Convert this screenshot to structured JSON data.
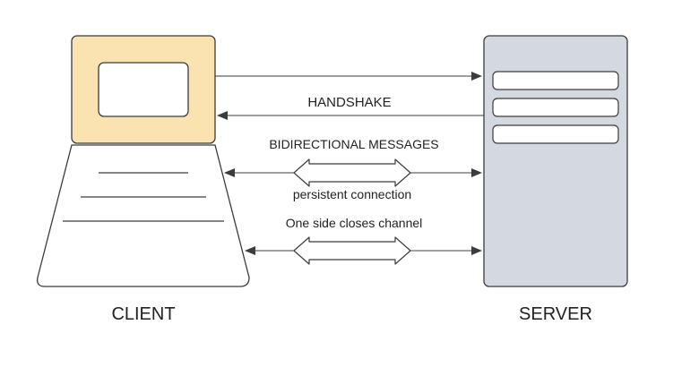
{
  "diagram": {
    "client_label": "CLIENT",
    "server_label": "SERVER",
    "handshake_label": "HANDSHAKE",
    "bidirectional_label": "BIDIRECTIONAL MESSAGES",
    "persistent_label": "persistent connection",
    "close_label": "One side closes channel"
  },
  "colors": {
    "client_screen_fill": "#fbe3b1",
    "server_fill": "#d4d9e0",
    "stroke": "#3c3c3c",
    "text": "#222222"
  }
}
